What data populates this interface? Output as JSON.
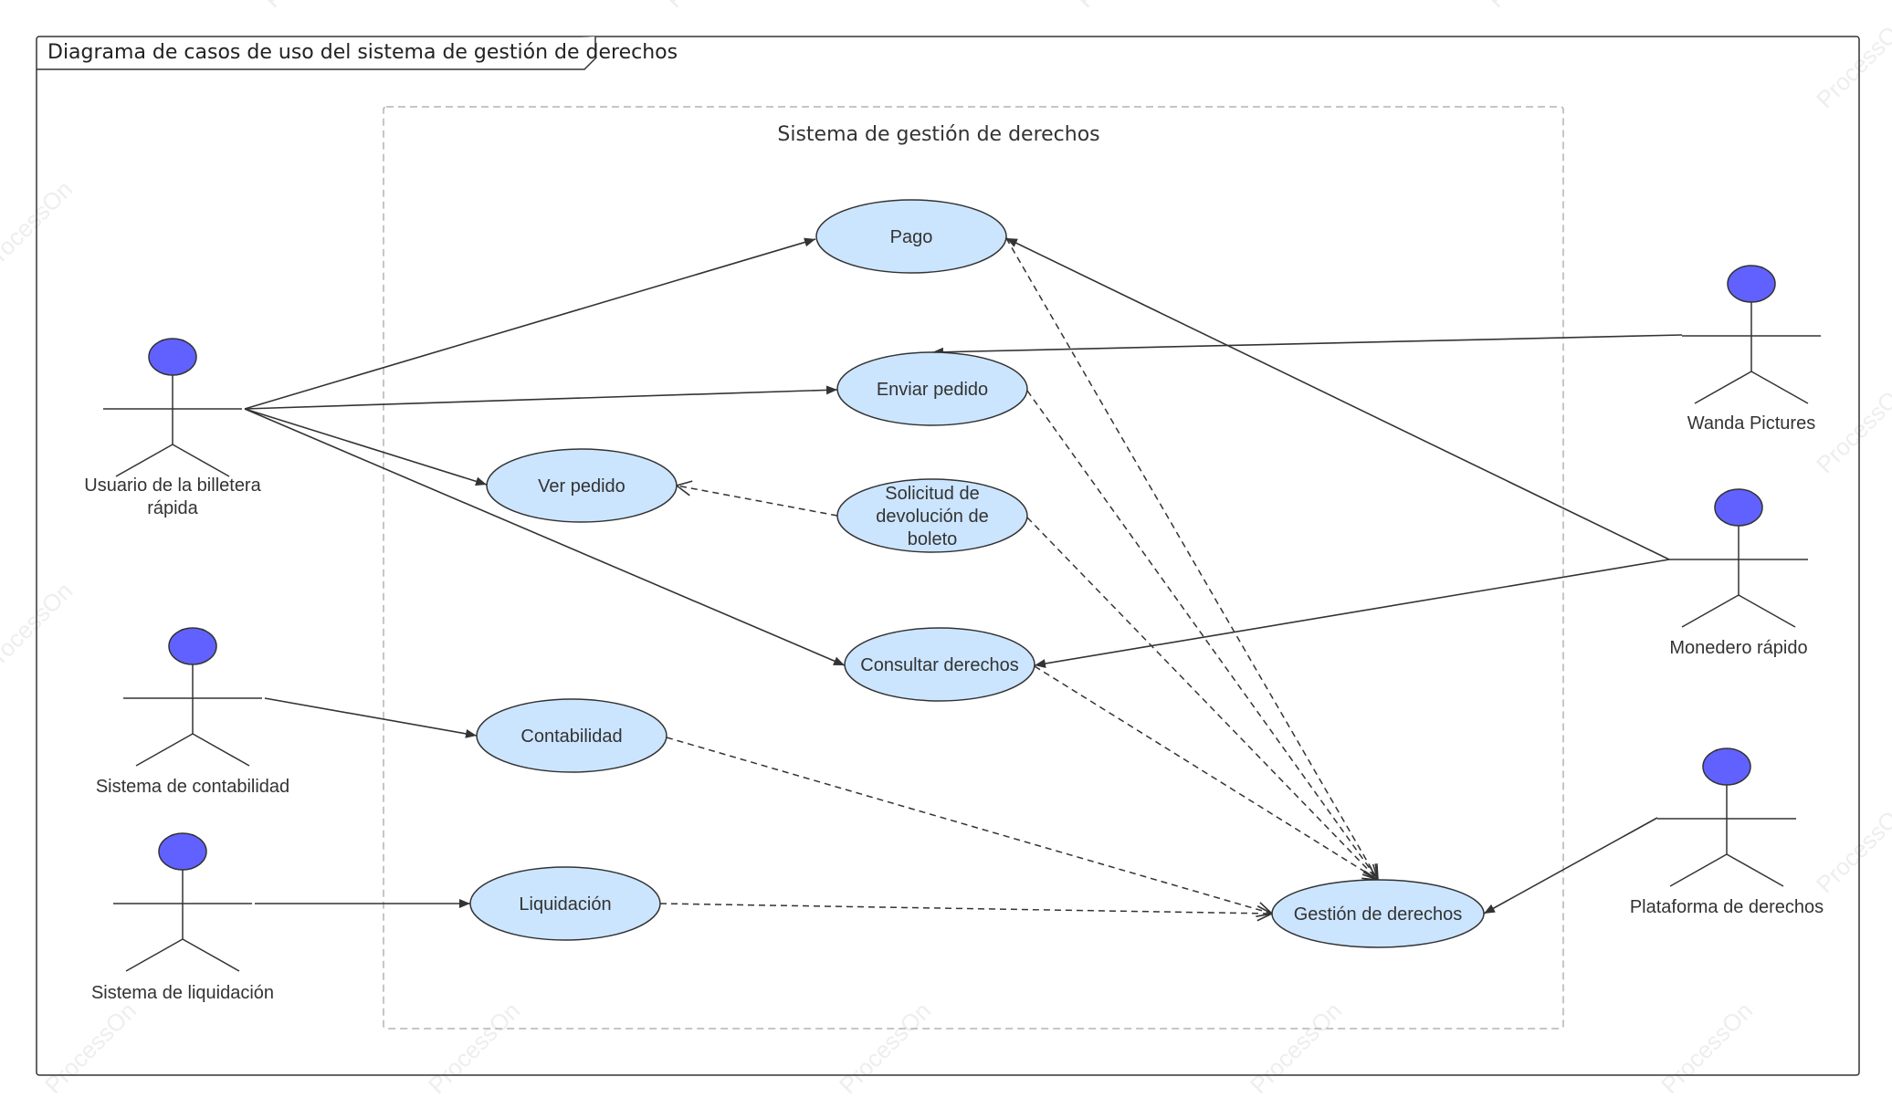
{
  "frame": {
    "title": "Diagrama de casos de uso del sistema de gestión de derechos"
  },
  "system": {
    "title": "Sistema de gestión de derechos"
  },
  "watermark": {
    "text": "ProcessOn"
  },
  "colors": {
    "use_case_fill": "#cce5ff",
    "actor_head": "#6161ff",
    "line": "#333333",
    "boundary": "#b3b3b3"
  },
  "use_cases": [
    {
      "id": "pago",
      "lines": [
        "Pago"
      ]
    },
    {
      "id": "enviar",
      "lines": [
        "Enviar pedido"
      ]
    },
    {
      "id": "ver",
      "lines": [
        "Ver pedido"
      ]
    },
    {
      "id": "solicitud",
      "lines": [
        "Solicitud de",
        "devolución de",
        "boleto"
      ]
    },
    {
      "id": "consultar",
      "lines": [
        "Consultar derechos"
      ]
    },
    {
      "id": "contab",
      "lines": [
        "Contabilidad"
      ]
    },
    {
      "id": "liquid",
      "lines": [
        "Liquidación"
      ]
    },
    {
      "id": "gestion",
      "lines": [
        "Gestión de derechos"
      ]
    }
  ],
  "actors": [
    {
      "id": "usuario",
      "lines": [
        "Usuario de la billetera",
        "rápida"
      ]
    },
    {
      "id": "contabilidad",
      "lines": [
        "Sistema de contabilidad"
      ]
    },
    {
      "id": "liquidacion",
      "lines": [
        "Sistema de liquidación"
      ]
    },
    {
      "id": "wanda",
      "lines": [
        "Wanda Pictures"
      ]
    },
    {
      "id": "monedero",
      "lines": [
        "Monedero rápido"
      ]
    },
    {
      "id": "plataforma",
      "lines": [
        "Plataforma de derechos"
      ]
    }
  ],
  "associations": [
    {
      "from": "usuario",
      "to": "pago"
    },
    {
      "from": "usuario",
      "to": "enviar"
    },
    {
      "from": "usuario",
      "to": "ver"
    },
    {
      "from": "usuario",
      "to": "consultar"
    },
    {
      "from": "contabilidad",
      "to": "contab"
    },
    {
      "from": "liquidacion",
      "to": "liquid"
    },
    {
      "from": "wanda",
      "to": "enviar"
    },
    {
      "from": "monedero",
      "to": "pago"
    },
    {
      "from": "monedero",
      "to": "consultar"
    },
    {
      "from": "plataforma",
      "to": "gestion"
    }
  ],
  "dependencies": [
    {
      "from": "solicitud",
      "to": "ver"
    },
    {
      "from": "pago",
      "to": "gestion"
    },
    {
      "from": "enviar",
      "to": "gestion"
    },
    {
      "from": "solicitud",
      "to": "gestion"
    },
    {
      "from": "consultar",
      "to": "gestion"
    },
    {
      "from": "contab",
      "to": "gestion"
    },
    {
      "from": "liquid",
      "to": "gestion"
    }
  ]
}
